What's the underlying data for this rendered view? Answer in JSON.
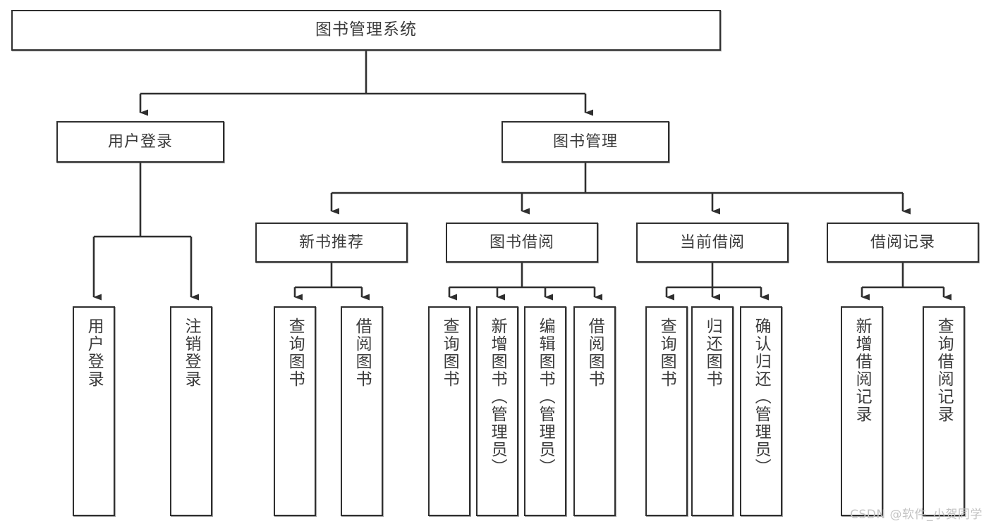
{
  "diagram": {
    "title": "图书管理系统",
    "type": "tree",
    "root": {
      "label": "图书管理系统"
    },
    "level2": [
      {
        "label": "用户登录"
      },
      {
        "label": "图书管理"
      }
    ],
    "level3": [
      {
        "label": "新书推荐"
      },
      {
        "label": "图书借阅"
      },
      {
        "label": "当前借阅"
      },
      {
        "label": "借阅记录"
      }
    ],
    "leaves": {
      "user_login": [
        {
          "label": "用户登录"
        },
        {
          "label": "注销登录"
        }
      ],
      "new_book_recommend": [
        {
          "label": "查询图书"
        },
        {
          "label": "借阅图书"
        }
      ],
      "book_borrow": [
        {
          "label": "查询图书"
        },
        {
          "label": "新增图书（管理员）"
        },
        {
          "label": "编辑图书（管理员）"
        },
        {
          "label": "借阅图书"
        }
      ],
      "current_borrow": [
        {
          "label": "查询图书"
        },
        {
          "label": "归还图书"
        },
        {
          "label": "确认归还（管理员）"
        }
      ],
      "borrow_record": [
        {
          "label": "新增借阅记录"
        },
        {
          "label": "查询借阅记录"
        }
      ]
    }
  },
  "watermark": {
    "text": "CSDN @软件_小贺同学"
  },
  "colors": {
    "border": "#2f2f2f",
    "text": "#3b3b3b",
    "background": "#ffffff",
    "watermark": "#c3c3c3"
  }
}
